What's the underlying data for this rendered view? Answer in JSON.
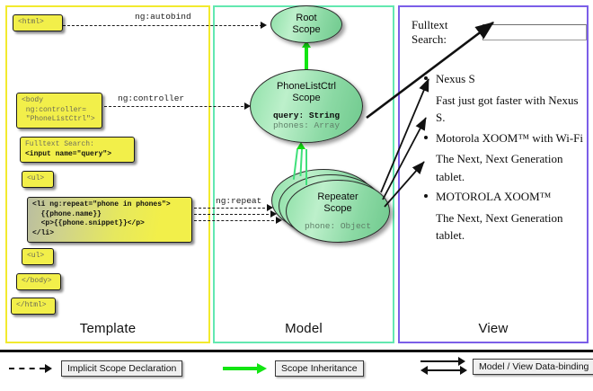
{
  "columns": {
    "template": {
      "label": "Template",
      "border_color": "#f2ea2e"
    },
    "model": {
      "label": "Model",
      "border_color": "#63e8b0"
    },
    "view": {
      "label": "View",
      "border_color": "#7b5ee8"
    }
  },
  "template_boxes": [
    {
      "id": "html-open",
      "text": "<html>"
    },
    {
      "id": "body-open",
      "text": "<body\n ng:controller=\n \"PhoneListCtrl\">"
    },
    {
      "id": "search",
      "label": "Fulltext Search:",
      "code": "<input name=\"query\">"
    },
    {
      "id": "ul-open",
      "text": "<ul>"
    },
    {
      "id": "li-repeat",
      "text": "<li ng:repeat=\"phone in phones\">\n  {{phone.name}}\n  <p>{{phone.snippet}}</p>\n</li>"
    },
    {
      "id": "ul-close",
      "text": "<ul>"
    },
    {
      "id": "body-close",
      "text": "</body>"
    },
    {
      "id": "html-close",
      "text": "</html>"
    }
  ],
  "connector_labels": {
    "autobind": "ng:autobind",
    "controller": "ng:controller",
    "repeat": "ng:repeat"
  },
  "scopes": [
    {
      "id": "root",
      "title_line1": "Root",
      "title_line2": "Scope"
    },
    {
      "id": "ctrl",
      "title_line1": "PhoneListCtrl",
      "title_line2": "Scope",
      "props": [
        {
          "text": "query: String",
          "style": "bold"
        },
        {
          "text": "phones: Array",
          "style": "grey"
        }
      ]
    },
    {
      "id": "repeater",
      "title_line1": "Repeater",
      "title_line2": "Scope",
      "props": [
        {
          "text": "phone: Object",
          "style": "grey"
        }
      ]
    }
  ],
  "view": {
    "search_label": "Fulltext Search:",
    "search_value": "",
    "search_placeholder": "",
    "phones": [
      {
        "name": "Nexus S",
        "snippet": "Fast just got faster with Nexus S."
      },
      {
        "name": "Motorola XOOM™  with Wi-Fi",
        "snippet": "The Next, Next Generation tablet."
      },
      {
        "name": "MOTOROLA XOOM™",
        "snippet": "The Next, Next Generation tablet."
      }
    ]
  },
  "legend": [
    {
      "id": "implicit",
      "label": "Implicit Scope Declaration",
      "style": "dashed-arrow",
      "color": "#111111"
    },
    {
      "id": "inheritance",
      "label": "Scope Inheritance",
      "style": "solid-arrow",
      "color": "#12e512"
    },
    {
      "id": "databinding",
      "label": "Model / View Data-binding",
      "style": "double-arrow",
      "color": "#111111"
    }
  ]
}
